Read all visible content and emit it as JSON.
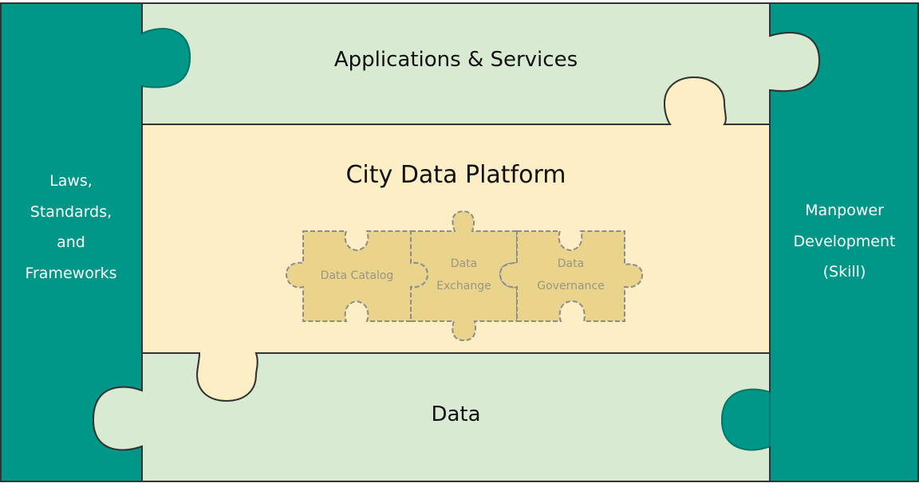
{
  "diagram": {
    "top_band": {
      "label": "Applications & Services"
    },
    "middle_band": {
      "label": "City Data Platform"
    },
    "bottom_band": {
      "label": "Data"
    },
    "left_pillar": {
      "lines": [
        "Laws,",
        "Standards,",
        "and",
        "Frameworks"
      ]
    },
    "right_pillar": {
      "lines": [
        "Manpower",
        "Development",
        "(Skill)"
      ]
    },
    "platform_components": [
      {
        "lines": [
          "Data Catalog"
        ]
      },
      {
        "lines": [
          "Data",
          "Exchange"
        ]
      },
      {
        "lines": [
          "Data",
          "Governance"
        ]
      }
    ]
  },
  "colors": {
    "teal": "#009688",
    "light_green": "#d9ead3",
    "cream": "#fdeec6",
    "mini_piece": "#ead48c",
    "outline": "#333333",
    "dash": "#8c8c8c"
  }
}
